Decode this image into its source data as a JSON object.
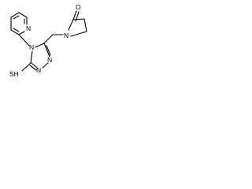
{
  "molecule": {
    "atoms": {
      "pyridine_n": "N",
      "triazole_n4": "N",
      "triazole_n1": "N",
      "triazole_n2": "N",
      "lactam_n": "N",
      "carbonyl_o": "O",
      "thiol": "SH"
    }
  }
}
